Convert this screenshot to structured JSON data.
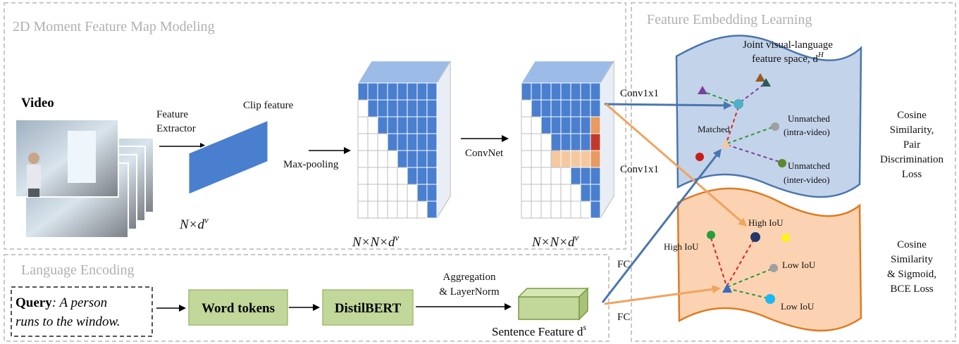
{
  "sections": {
    "moment_map": "2D Moment Feature Map Modeling",
    "embedding": "Feature Embedding Learning",
    "language": "Language Encoding"
  },
  "video": {
    "label": "Video",
    "extractor_line1": "Feature",
    "extractor_line2": "Extractor",
    "clip_feature": "Clip feature",
    "clip_dim": "N×d",
    "clip_dim_sup": "v"
  },
  "map": {
    "maxpool": "Max-pooling",
    "convnet": "ConvNet",
    "dim": "N×N×d",
    "dim_sup": "v",
    "conv1": "Conv1x1",
    "conv2": "Conv1x1"
  },
  "language": {
    "query_bold": "Query",
    "query_line1": ": A person",
    "query_line2": "runs to the window.",
    "word_tokens": "Word tokens",
    "distilbert": "DistilBERT",
    "aggregation_line1": "Aggregation",
    "aggregation_line2": "& LayerNorm",
    "sentence_feature": "Sentence Feature d",
    "sentence_sup": "s",
    "fc1": "FC",
    "fc2": "FC"
  },
  "embedding": {
    "space_line1": "Joint visual-language",
    "space_line2": "feature space, d",
    "space_sup": "H",
    "matched": "Matched",
    "unmatched_intra_1": "Unmatched",
    "unmatched_intra_2": "(intra-video)",
    "unmatched_inter_1": "Unmatched",
    "unmatched_inter_2": "(inter-video)",
    "high_iou_a": "High IoU",
    "high_iou_b": "High IoU",
    "low_iou_a": "Low IoU",
    "low_iou_b": "Low IoU",
    "loss1_l1": "Cosine",
    "loss1_l2": "Similarity,",
    "loss1_l3": "Pair",
    "loss1_l4": "Discrimination",
    "loss1_l5": "Loss",
    "loss2_l1": "Cosine",
    "loss2_l2": "Similarity",
    "loss2_l3": "& Sigmoid,",
    "loss2_l4": "BCE Loss"
  },
  "colors": {
    "cell": "#4a7fcf",
    "bluewave": "#c3d3ea",
    "orangewave": "#fbd3b3",
    "green_box": "#c2d79a",
    "arrow_blue": "#4a76ad",
    "arrow_orange": "#f0a35c"
  }
}
